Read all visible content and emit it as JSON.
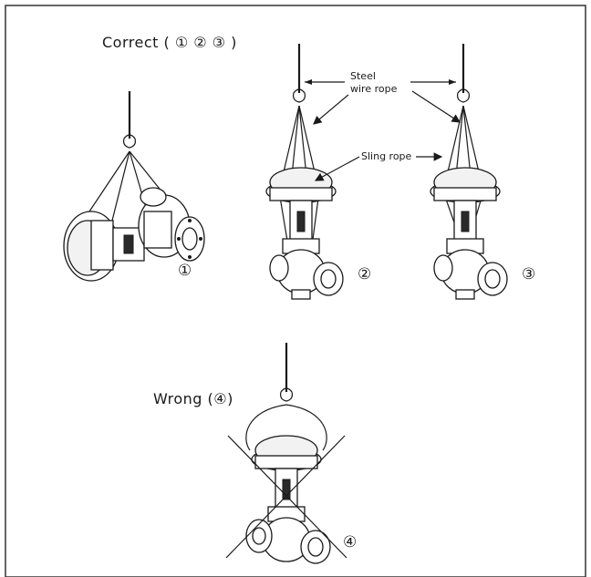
{
  "labels": {
    "correct_title": "Correct ( ① ② ③ )",
    "wrong_title": "Wrong (④)",
    "steel_wire_line1": "Steel",
    "steel_wire_line2": "wire rope",
    "sling_rope": "Sling rope",
    "num1": "①",
    "num2": "②",
    "num3": "③",
    "num4": "④"
  },
  "colors": {
    "line": "#1a1a1a",
    "background": "#ffffff",
    "frame": "#333333"
  }
}
